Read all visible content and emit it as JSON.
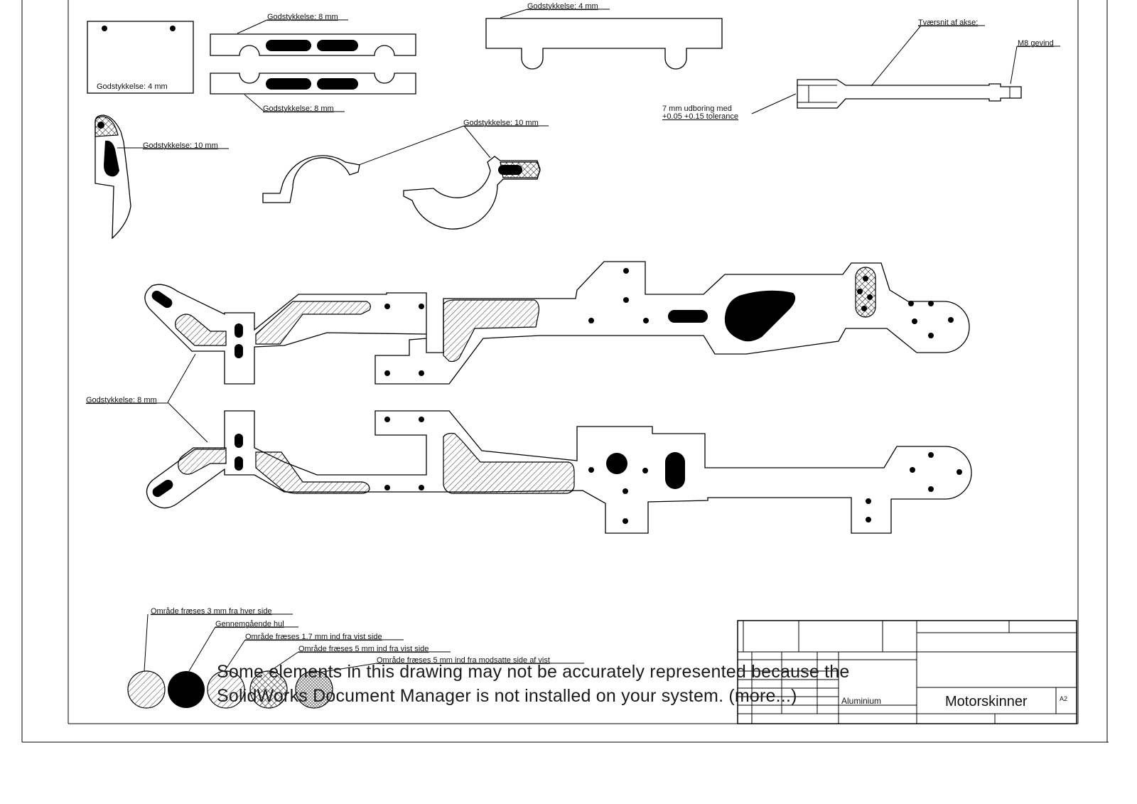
{
  "labels": {
    "wall_4mm_plate": "Godstykkelse: 4 mm",
    "wall_8mm_top": "Godstykkelse: 8 mm",
    "wall_8mm_bottom": "Godstykkelse: 8 mm",
    "wall_4mm_bar": "Godstykkelse: 4 mm",
    "wall_10mm_lever": "Godstykkelse: 10 mm",
    "wall_10mm_clamp": "Godstykkelse: 10 mm",
    "wall_8mm_rails": "Godstykkelse: 8 mm",
    "axle_section": "Tværsnit af akse:",
    "m8_thread": "M8 gevind",
    "bore_line1": "7 mm udboring med",
    "bore_line2": "+0.05 +0.15 tolerance"
  },
  "legend": [
    {
      "text": "Område fræses 3 mm fra hver side",
      "pattern": "hatch"
    },
    {
      "text": "Gennemgående hul",
      "pattern": "solid"
    },
    {
      "text": "Område fræses 1.7 mm ind fra vist side",
      "pattern": "hatch-fine"
    },
    {
      "text": "Område fræses 5 mm ind fra vist side",
      "pattern": "cross-hatch"
    },
    {
      "text": "Område fræses 5 mm ind fra modsatte side af vist",
      "pattern": "dense-cross"
    }
  ],
  "title_block": {
    "material": "Aluminium",
    "title": "Motorskinner",
    "size": "A2"
  },
  "overlay_message": {
    "line1": "Some elements in this drawing may not be accurately represented because the",
    "line2": "SolidWorks Document Manager is not installed on your system. (more...)"
  },
  "colors": {
    "ink": "#000000",
    "paper": "#ffffff"
  }
}
